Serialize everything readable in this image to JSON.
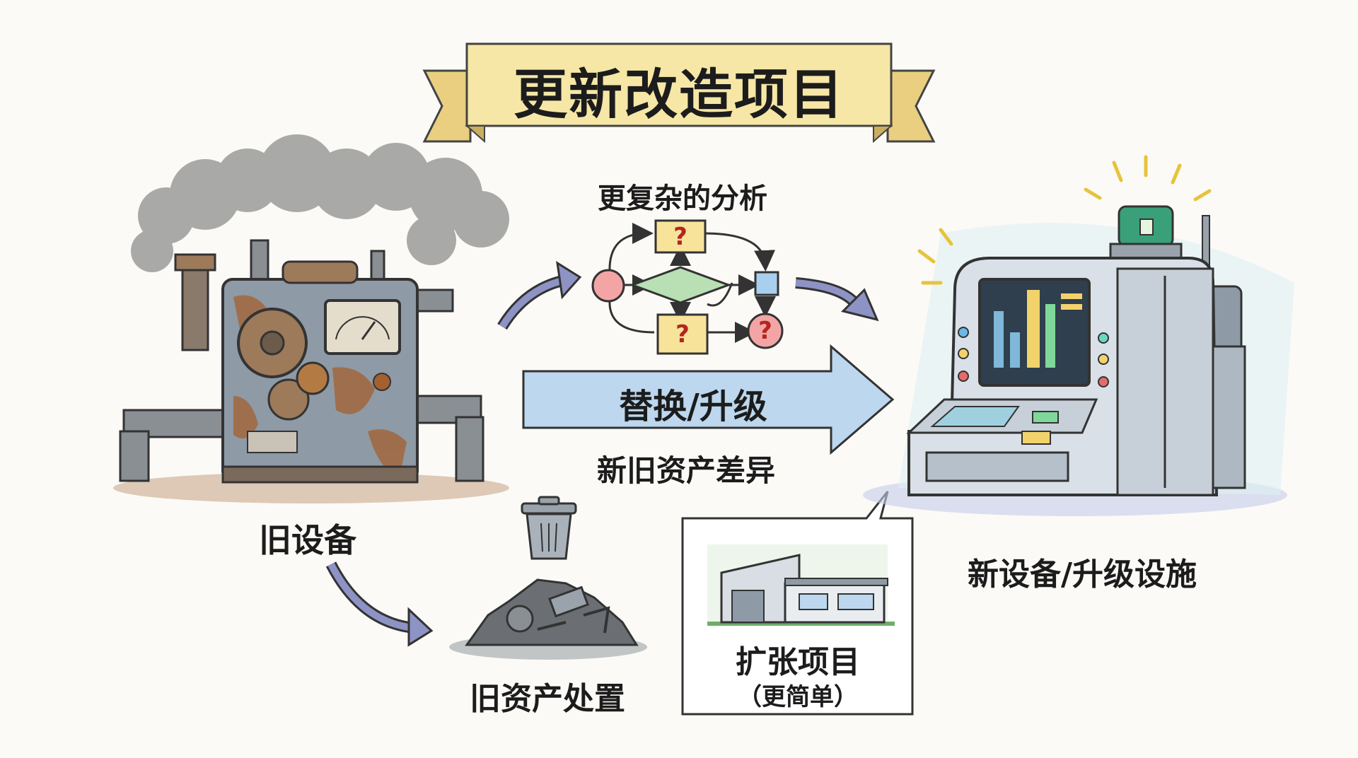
{
  "title": "更新改造项目",
  "labels": {
    "analysis": "更复杂的分析",
    "replace_upgrade": "替换/升级",
    "asset_difference": "新旧资产差异",
    "old_equipment": "旧设备",
    "new_equipment": "新设备/升级设施",
    "old_asset_disposal": "旧资产处置",
    "expansion_project": "扩张项目",
    "expansion_note": "（更简单）"
  },
  "flowchart_marks": [
    "?",
    "?",
    "?"
  ],
  "icons": {
    "old_machine": "rusty-steam-machine-icon",
    "new_machine": "modern-computer-machine-icon",
    "trash": "trash-can-icon",
    "scrap": "scrap-pile-icon",
    "building": "factory-building-icon",
    "beacon": "warning-beacon-icon"
  },
  "colors": {
    "banner": "#f6e7a6",
    "banner_edge": "#e9cf7f",
    "big_arrow": "#bcd7ee",
    "small_arrow": "#8d93c4",
    "rust": "#a4602f",
    "metal": "#8e9aa6",
    "beacon": "#3aa07a",
    "node_red": "#f3a5a5",
    "node_blue": "#a8cfee",
    "node_yellow": "#f7e39a",
    "node_green": "#b9dfb4"
  }
}
